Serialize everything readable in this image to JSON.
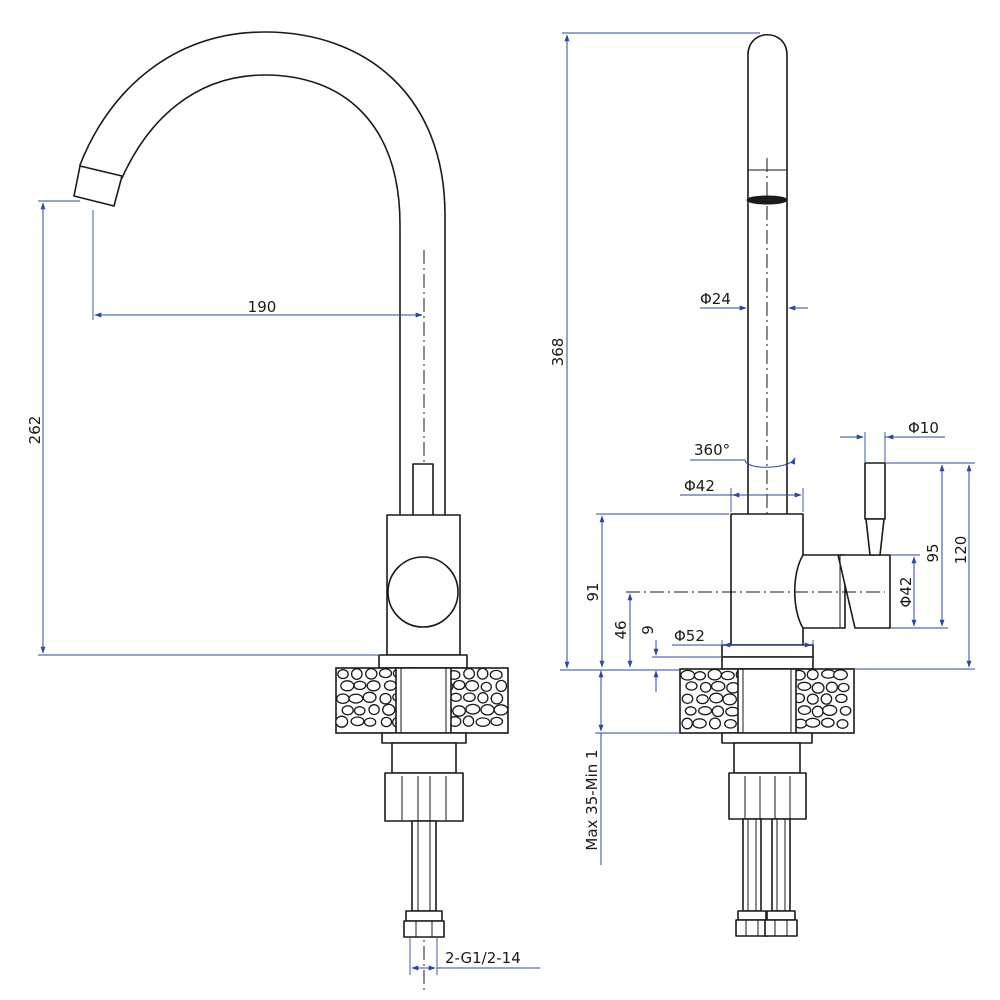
{
  "diagram": {
    "colors": {
      "outline": "#1a1a1a",
      "dimension": "#2b4a9a",
      "background": "#ffffff"
    },
    "front_view": {
      "dimensions": {
        "spout_reach": "190",
        "spout_height": "262",
        "connection": "2-G1/2-14"
      }
    },
    "side_view": {
      "dimensions": {
        "total_height": "368",
        "spout_diameter": "Φ24",
        "rotation": "360°",
        "handle_diameter": "Φ10",
        "body_diameter": "Φ42",
        "lever_diameter": "Φ42",
        "lever_height": "95",
        "handle_top_height": "120",
        "body_height": "91",
        "lever_axis_height": "46",
        "flange_height": "9",
        "base_diameter": "Φ52",
        "counter_thickness": "Max 35-Min 1"
      }
    }
  }
}
